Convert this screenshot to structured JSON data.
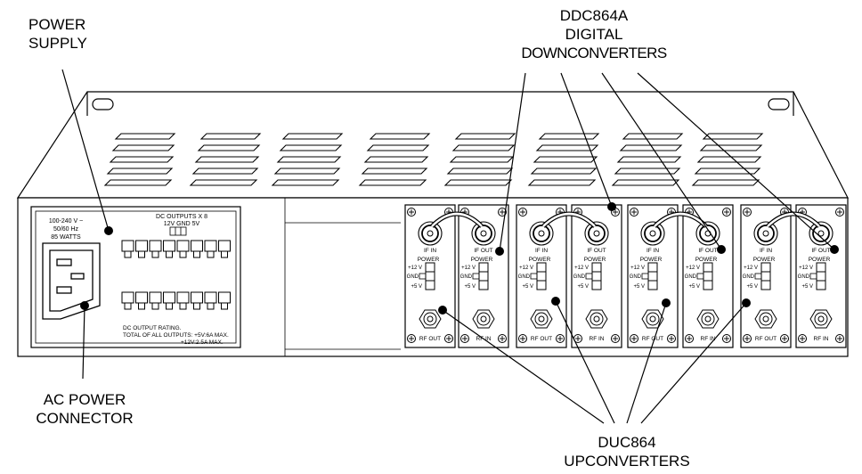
{
  "callouts": {
    "power_supply": [
      "POWER",
      "SUPPLY"
    ],
    "ddc": [
      "DDC864A",
      "DIGITAL",
      "DOWNCONVERTERS"
    ],
    "ac_power": [
      "AC POWER",
      "CONNECTOR"
    ],
    "duc": [
      "DUC864",
      "UPCONVERTERS"
    ]
  },
  "psu_panel": {
    "voltage": "100-240 V ~",
    "frequency": "50/60 Hz",
    "watts": "85 WATTS",
    "dc_outputs": "DC OUTPUTS X 8",
    "pins": "12V GND 5V",
    "rating_1": "DC OUTPUT RATING.",
    "rating_2": "TOTAL OF ALL OUTPUTS:  +5V:6A MAX.",
    "rating_3": "+12V:2.5A MAX."
  },
  "module_text": {
    "power": "POWER",
    "v12": "+12 V",
    "gnd": "GND",
    "v5": "+5 V"
  },
  "modules": [
    {
      "top_jack": "IF IN",
      "bottom_jack": "RF OUT"
    },
    {
      "top_jack": "IF OUT",
      "bottom_jack": "RF IN"
    },
    {
      "top_jack": "IF IN",
      "bottom_jack": "RF OUT"
    },
    {
      "top_jack": "IF OUT",
      "bottom_jack": "RF IN"
    },
    {
      "top_jack": "IF IN",
      "bottom_jack": "RF OUT"
    },
    {
      "top_jack": "IF OUT",
      "bottom_jack": "RF IN"
    },
    {
      "top_jack": "IF IN",
      "bottom_jack": "RF OUT"
    },
    {
      "top_jack": "IF OUT",
      "bottom_jack": "RF IN"
    }
  ]
}
